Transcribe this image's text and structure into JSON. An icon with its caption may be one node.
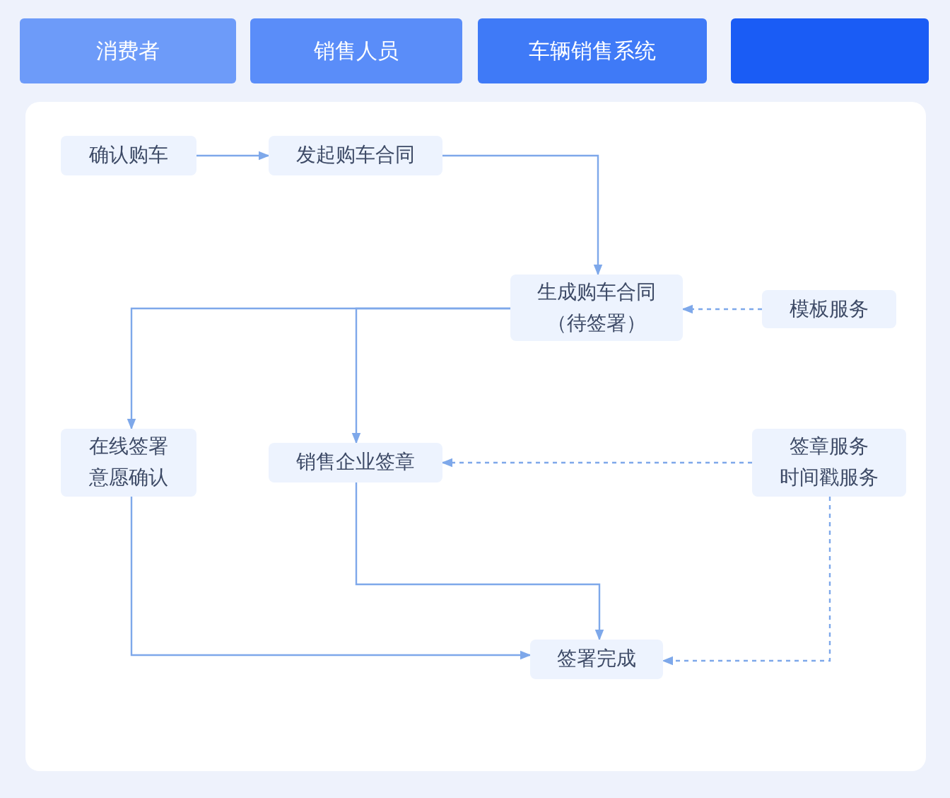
{
  "diagram": {
    "nodes": [
      {
        "text": [
          "消费者"
        ]
      },
      {
        "text": [
          "销售人员"
        ]
      },
      {
        "text": [
          "车辆销售系统"
        ]
      },
      {
        "text": [],
        "shape": "box"
      },
      {
        "text": [
          "确认购车"
        ]
      },
      {
        "text": [
          "发起购车合同"
        ]
      },
      {
        "text": [
          "生成购车合同（待签署）"
        ]
      },
      {
        "text": [
          "模板服务"
        ]
      },
      {
        "text": [
          "在线签署意愿确认"
        ]
      },
      {
        "text": [
          "销售企业签章"
        ]
      },
      {
        "text": [
          "签章服务",
          "时间戳服务"
        ]
      },
      {
        "text": [
          "签署完成"
        ]
      }
    ],
    "edges": [
      {
        "from": 4,
        "to": 5,
        "arrow": "to"
      },
      {
        "from": 5,
        "to": 6,
        "arrow": "to"
      },
      {
        "from": 6,
        "to": 8,
        "arrow": "to"
      },
      {
        "from": 6,
        "to": 9,
        "arrow": "to"
      },
      {
        "from": 7,
        "to": 6,
        "arrow": "to",
        "style": "dashed"
      },
      {
        "from": 10,
        "to": 9,
        "arrow": "to",
        "style": "dashed"
      },
      {
        "from": 9,
        "to": 11,
        "arrow": "to"
      },
      {
        "from": 8,
        "to": 11,
        "arrow": "to"
      },
      {
        "from": 10,
        "to": 11,
        "arrow": "to",
        "style": "dashed"
      }
    ]
  }
}
